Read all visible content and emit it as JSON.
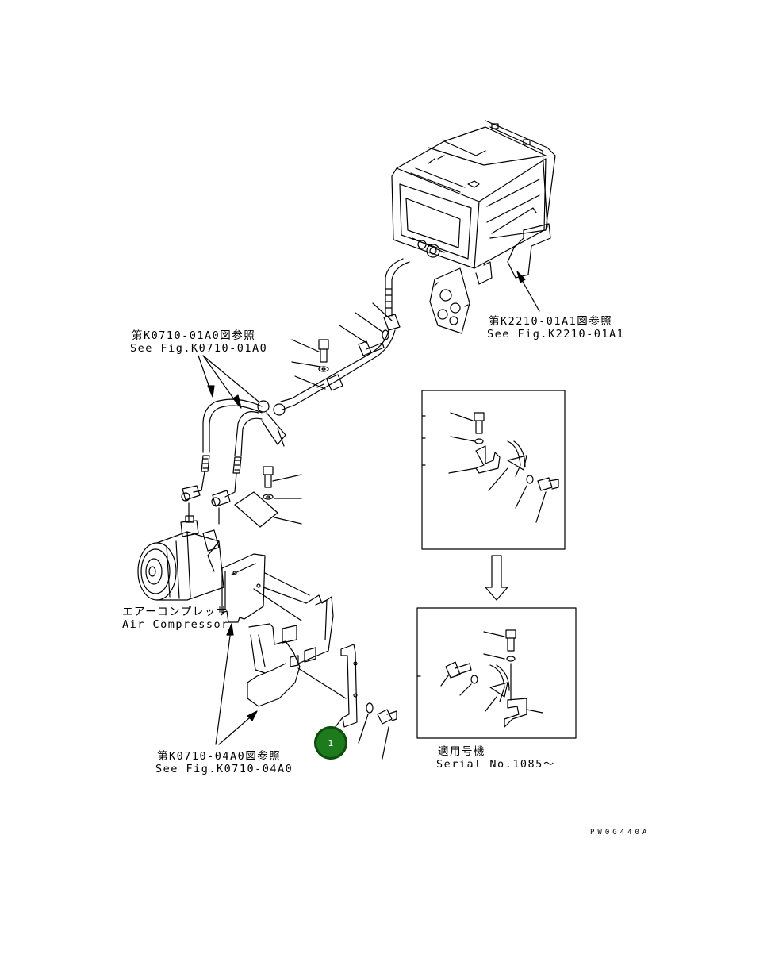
{
  "labels": {
    "ref_k0710_01a0_jp": "第K0710-01A0図参照",
    "ref_k0710_01a0_en": "See Fig.K0710-01A0",
    "ref_k2210_01a1_jp": "第K2210-01A1図参照",
    "ref_k2210_01a1_en": "See Fig.K2210-01A1",
    "compressor_jp": "エアーコンプレッサ",
    "compressor_en": "Air Compressor",
    "ref_k0710_04a0_jp": "第K0710-04A0図参照",
    "ref_k0710_04a0_en": "See Fig.K0710-04A0",
    "serial_jp": "適用号機",
    "serial_en": "Serial No.1085～",
    "drawing_code": "PW0G440A"
  },
  "callouts": [
    {
      "number": "1",
      "color": "#1d7a1d"
    }
  ]
}
